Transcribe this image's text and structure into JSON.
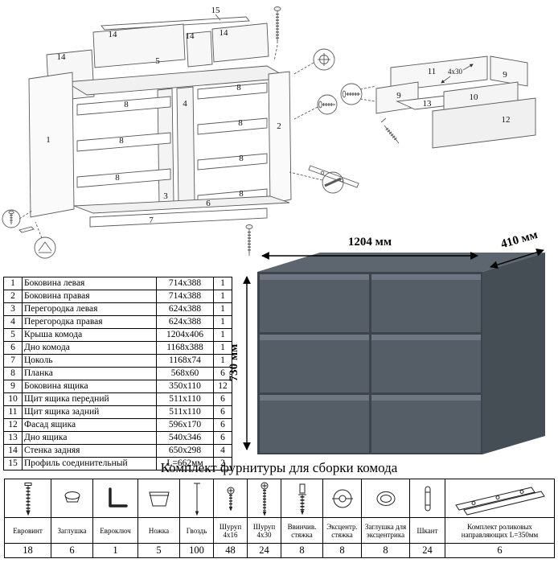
{
  "diagram": {
    "part_labels": [
      "15",
      "14",
      "14",
      "14",
      "14",
      "5",
      "1",
      "2",
      "3",
      "4",
      "8",
      "8",
      "8",
      "8",
      "8",
      "8",
      "8",
      "6",
      "7",
      "11",
      "9",
      "9",
      "4x30",
      "10",
      "13",
      "12"
    ]
  },
  "parts_table": {
    "rows": [
      {
        "num": "1",
        "name": "Боковина левая",
        "size": "714x388",
        "qty": "1"
      },
      {
        "num": "2",
        "name": "Боковина правая",
        "size": "714x388",
        "qty": "1"
      },
      {
        "num": "3",
        "name": "Перегородка левая",
        "size": "624x388",
        "qty": "1"
      },
      {
        "num": "4",
        "name": "Перегородка правая",
        "size": "624x388",
        "qty": "1"
      },
      {
        "num": "5",
        "name": "Крыша комода",
        "size": "1204x406",
        "qty": "1"
      },
      {
        "num": "6",
        "name": "Дно комода",
        "size": "1168x388",
        "qty": "1"
      },
      {
        "num": "7",
        "name": "Цоколь",
        "size": "1168x74",
        "qty": "1"
      },
      {
        "num": "8",
        "name": "Планка",
        "size": "568x60",
        "qty": "6"
      },
      {
        "num": "9",
        "name": "Боковина ящика",
        "size": "350x110",
        "qty": "12"
      },
      {
        "num": "10",
        "name": "Щит ящика передний",
        "size": "511x110",
        "qty": "6"
      },
      {
        "num": "11",
        "name": "Щит ящика задний",
        "size": "511x110",
        "qty": "6"
      },
      {
        "num": "12",
        "name": "Фасад ящика",
        "size": "596x170",
        "qty": "6"
      },
      {
        "num": "13",
        "name": "Дно ящика",
        "size": "540x346",
        "qty": "6"
      },
      {
        "num": "14",
        "name": "Стенка задняя",
        "size": "650x298",
        "qty": "4"
      },
      {
        "num": "15",
        "name": "Профиль соединительный",
        "size": "L=662мм",
        "qty": "2"
      }
    ]
  },
  "dresser": {
    "width_label": "1204 мм",
    "depth_label": "410 мм",
    "height_label": "730 мм",
    "top_color": "#5d666f",
    "side_color": "#454d55",
    "front_color": "#3d444b",
    "drawer_color": "#555e67",
    "drawer_edge_color": "#6e7781"
  },
  "hardware": {
    "title": "Комплект фурнитуры для сборки комода",
    "items": [
      {
        "icon": "euro-screw-icon",
        "name": "Евровинт",
        "qty": "18"
      },
      {
        "icon": "cap-icon",
        "name": "Заглушка",
        "qty": "6"
      },
      {
        "icon": "hex-key-icon",
        "name": "Евроключ",
        "qty": "1"
      },
      {
        "icon": "leg-icon",
        "name": "Ножка",
        "qty": "5"
      },
      {
        "icon": "nail-icon",
        "name": "Гвоздь",
        "qty": "100"
      },
      {
        "icon": "screw-4x16-icon",
        "name": "Шуруп 4x16",
        "qty": "48"
      },
      {
        "icon": "screw-4x30-icon",
        "name": "Шуруп 4x30",
        "qty": "24"
      },
      {
        "icon": "bolt-icon",
        "name": "Ввинчив. стяжка",
        "qty": "8"
      },
      {
        "icon": "cam-lock-icon",
        "name": "Эксцентр. стяжка",
        "qty": "8"
      },
      {
        "icon": "cam-cap-icon",
        "name": "Заглушка для эксцентрика",
        "qty": "8"
      },
      {
        "icon": "dowel-icon",
        "name": "Шкант",
        "qty": "24"
      },
      {
        "icon": "drawer-slides-icon",
        "name": "Комплект роликовых направляющих L=350мм",
        "qty": "6"
      }
    ]
  }
}
